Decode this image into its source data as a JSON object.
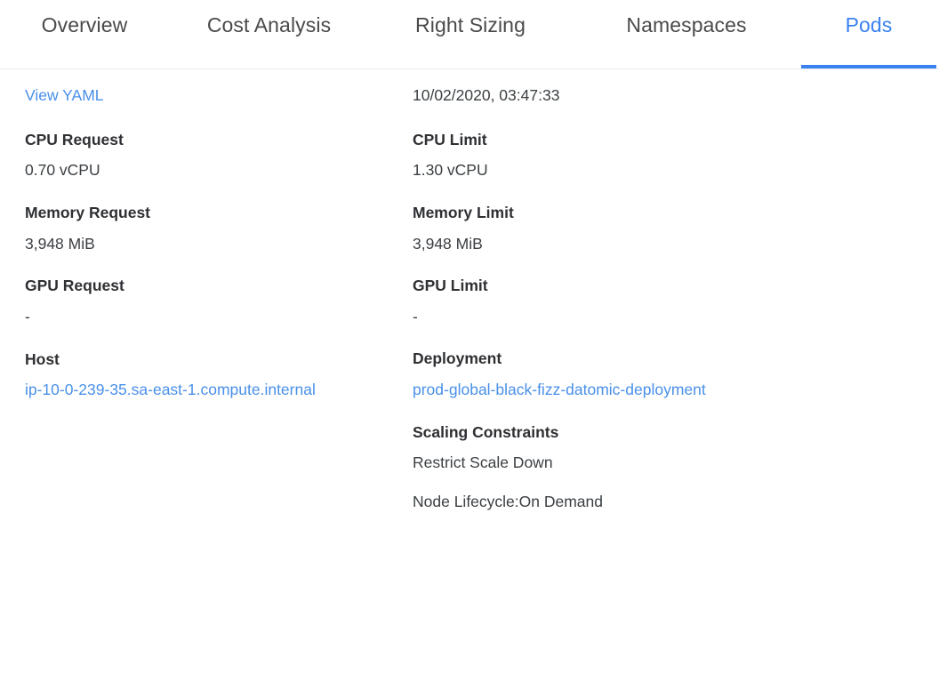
{
  "theme": {
    "accent": "#3b82f0",
    "link": "#4a90e8",
    "text": "#3c4043",
    "label": "#2f3033",
    "border": "#e8eaed",
    "background": "#ffffff"
  },
  "tabs": [
    {
      "label": "Overview",
      "active": false
    },
    {
      "label": "Cost Analysis",
      "active": false
    },
    {
      "label": "Right Sizing",
      "active": false
    },
    {
      "label": "Namespaces",
      "active": false
    },
    {
      "label": "Pods",
      "active": true
    }
  ],
  "details": {
    "view_yaml_link": "View YAML",
    "timestamp": "10/02/2020, 03:47:33",
    "left_column": [
      {
        "label": "CPU Request",
        "value": "0.70 vCPU"
      },
      {
        "label": "Memory Request",
        "value": "3,948 MiB"
      },
      {
        "label": "GPU Request",
        "value": "-"
      },
      {
        "label": "Host",
        "value": "ip-10-0-239-35.sa-east-1.compute.internal",
        "is_link": true
      }
    ],
    "right_column": [
      {
        "label": "CPU Limit",
        "value": "1.30 vCPU"
      },
      {
        "label": "Memory Limit",
        "value": "3,948 MiB"
      },
      {
        "label": "GPU Limit",
        "value": "-"
      },
      {
        "label": "Deployment",
        "value": "prod-global-black-fizz-datomic-deployment",
        "is_link": true
      }
    ],
    "scaling": {
      "title": "Scaling Constraints",
      "items": [
        "Restrict Scale Down",
        "Node Lifecycle:On Demand"
      ]
    }
  }
}
